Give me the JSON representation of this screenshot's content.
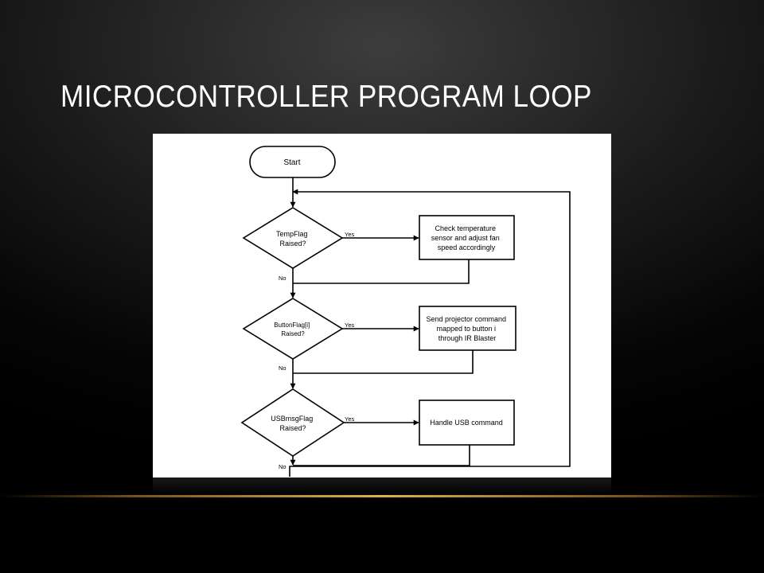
{
  "slide": {
    "title": "MICROCONTROLLER PROGRAM LOOP"
  },
  "flowchart": {
    "start": "Start",
    "decisions": [
      {
        "lines": [
          "TempFlag",
          "Raised?"
        ]
      },
      {
        "lines": [
          "ButtonFlag[i]",
          "Raised?"
        ]
      },
      {
        "lines": [
          "USBmsgFlag",
          "Raised?"
        ]
      }
    ],
    "actions": [
      {
        "lines": [
          "Check temperature",
          "sensor and adjust fan",
          "speed accordingly"
        ]
      },
      {
        "lines": [
          "Send projector command",
          "mapped to button i",
          "through IR Blaster"
        ]
      },
      {
        "lines": [
          "Handle USB command"
        ]
      }
    ],
    "yes_label": "Yes",
    "no_label": "No"
  }
}
